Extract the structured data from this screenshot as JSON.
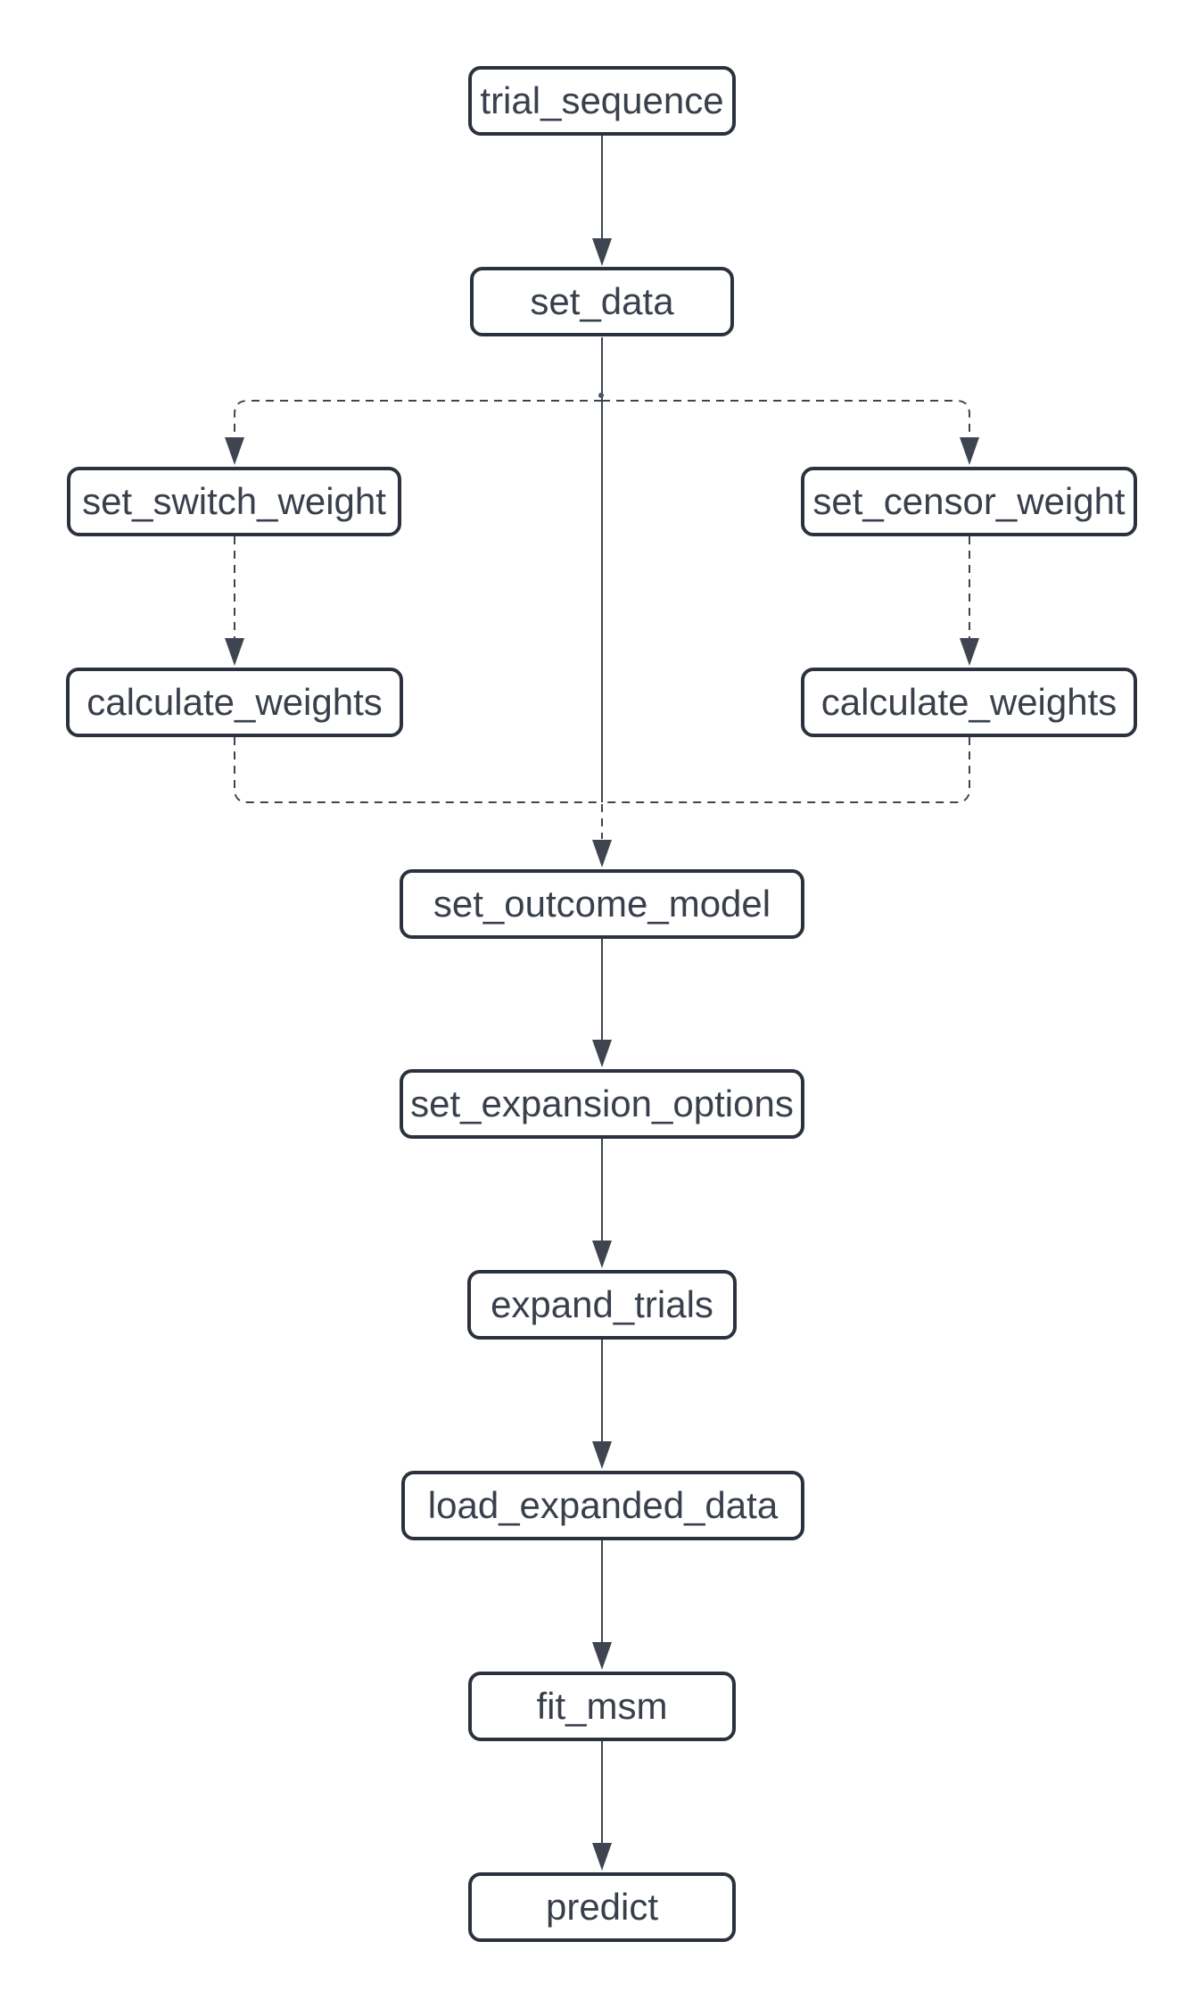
{
  "diagram": {
    "type": "flowchart",
    "direction": "top-down",
    "nodes": [
      {
        "id": "trial_sequence",
        "label": "trial_sequence"
      },
      {
        "id": "set_data",
        "label": "set_data"
      },
      {
        "id": "set_switch_weight",
        "label": "set_switch_weight"
      },
      {
        "id": "set_censor_weight",
        "label": "set_censor_weight"
      },
      {
        "id": "calculate_weights_switch",
        "label": "calculate_weights"
      },
      {
        "id": "calculate_weights_censor",
        "label": "calculate_weights"
      },
      {
        "id": "set_outcome_model",
        "label": "set_outcome_model"
      },
      {
        "id": "set_expansion_options",
        "label": "set_expansion_options"
      },
      {
        "id": "expand_trials",
        "label": "expand_trials"
      },
      {
        "id": "load_expanded_data",
        "label": "load_expanded_data"
      },
      {
        "id": "fit_msm",
        "label": "fit_msm"
      },
      {
        "id": "predict",
        "label": "predict"
      }
    ],
    "edges": [
      {
        "from": "trial_sequence",
        "to": "set_data",
        "style": "solid"
      },
      {
        "from": "set_data",
        "to": "set_switch_weight",
        "style": "dashed"
      },
      {
        "from": "set_data",
        "to": "set_censor_weight",
        "style": "dashed"
      },
      {
        "from": "set_switch_weight",
        "to": "calculate_weights_switch",
        "style": "dashed"
      },
      {
        "from": "set_censor_weight",
        "to": "calculate_weights_censor",
        "style": "dashed"
      },
      {
        "from": "set_data",
        "to": "set_outcome_model",
        "style": "solid"
      },
      {
        "from": "calculate_weights_switch",
        "to": "set_outcome_model",
        "style": "dashed"
      },
      {
        "from": "calculate_weights_censor",
        "to": "set_outcome_model",
        "style": "dashed"
      },
      {
        "from": "set_outcome_model",
        "to": "set_expansion_options",
        "style": "solid"
      },
      {
        "from": "set_expansion_options",
        "to": "expand_trials",
        "style": "solid"
      },
      {
        "from": "expand_trials",
        "to": "load_expanded_data",
        "style": "solid"
      },
      {
        "from": "load_expanded_data",
        "to": "fit_msm",
        "style": "solid"
      },
      {
        "from": "fit_msm",
        "to": "predict",
        "style": "solid"
      }
    ],
    "colors": {
      "background": "#ffffff",
      "node_fill": "#ffffff",
      "node_border": "#2c323d",
      "node_text": "#39404c",
      "edge": "#3e4551"
    }
  }
}
